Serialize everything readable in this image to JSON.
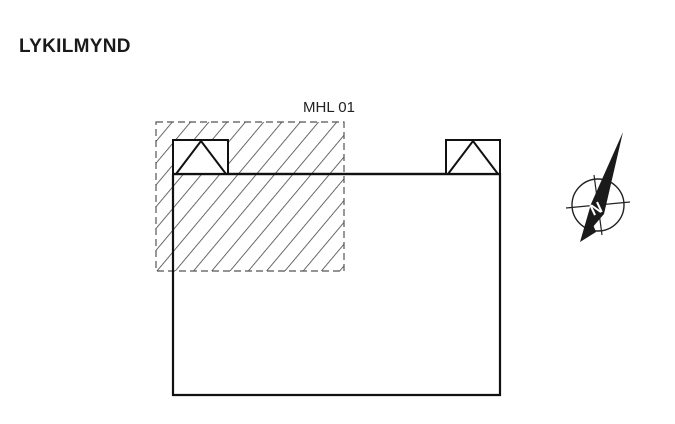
{
  "header": {
    "title": "LYKILMYND"
  },
  "diagram": {
    "hatched_area": {
      "label": "MHL 01"
    },
    "north_arrow": {
      "letter": "N"
    },
    "colors": {
      "line": "#111111",
      "hatch": "#444444",
      "background": "#ffffff"
    }
  }
}
